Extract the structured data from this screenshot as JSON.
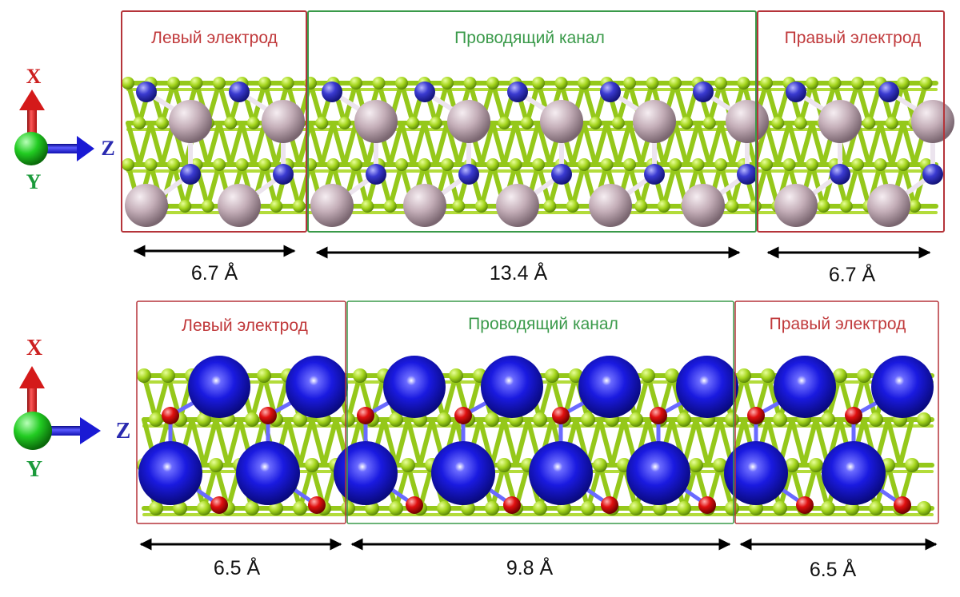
{
  "panels": [
    {
      "id": "top",
      "regions": {
        "left": "Левый электрод",
        "center": "Проводящий канал",
        "right": "Правый электрод"
      },
      "dimensions": {
        "left": "6.7 Å",
        "center": "13.4 Å",
        "right": "6.7 Å"
      },
      "axes": {
        "x": "X",
        "y": "Y",
        "z": "Z"
      }
    },
    {
      "id": "bottom",
      "regions": {
        "left": "Левый электрод",
        "center": "Проводящий канал",
        "right": "Правый электрод"
      },
      "dimensions": {
        "left": "6.5 Å",
        "center": "9.8 Å",
        "right": "6.5 Å"
      },
      "axes": {
        "x": "X",
        "y": "Y",
        "z": "Z"
      }
    }
  ],
  "colors": {
    "electrode_label": "#c0393b",
    "channel_label": "#3a9a4a",
    "electrode_frame": "#b5343a",
    "channel_frame": "#3a9a4a",
    "bond": "#9acd1a",
    "small_atom": "#a5d61e",
    "top_blue_atom": "#3a3ad0",
    "top_pink_atom": "#bfa9b3",
    "bottom_blue_atom": "#1414d8",
    "bottom_red_atom": "#e01010",
    "axis_x_arrow": "#d41a1a",
    "axis_z_arrow": "#1a1ad4",
    "axis_y_sphere": "#22cc22",
    "axis_x_text": "#cc1f1f",
    "axis_y_text": "#1a9a3a",
    "axis_z_text": "#2a2ab0",
    "dimension_line": "#000000"
  }
}
